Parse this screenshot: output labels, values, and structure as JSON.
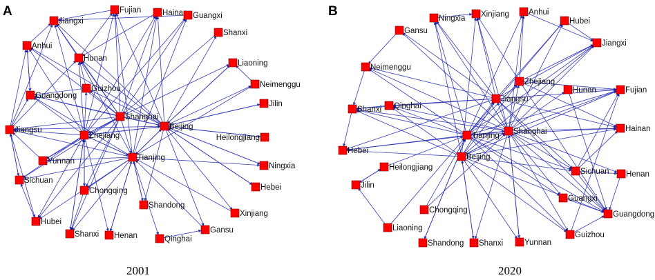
{
  "panels": [
    {
      "letter": "A",
      "year": "2001",
      "nodes": [
        {
          "name": "Jiangxi"
        },
        {
          "name": "Fujian"
        },
        {
          "name": "Hainan"
        },
        {
          "name": "Guangxi"
        },
        {
          "name": "Shanxi"
        },
        {
          "name": "Anhui"
        },
        {
          "name": "Hunan"
        },
        {
          "name": "Liaoning"
        },
        {
          "name": "Neimenggu"
        },
        {
          "name": "Guizhou"
        },
        {
          "name": "Guangdong"
        },
        {
          "name": "Shanghai"
        },
        {
          "name": "Jilin"
        },
        {
          "name": "Beijing"
        },
        {
          "name": "Jiangsu"
        },
        {
          "name": "Zhejiang"
        },
        {
          "name": "Heilongjiang"
        },
        {
          "name": "Yunnan"
        },
        {
          "name": "Tianjing"
        },
        {
          "name": "Ningxia"
        },
        {
          "name": "Sichuan"
        },
        {
          "name": "Hebei"
        },
        {
          "name": "Chongqing"
        },
        {
          "name": "Shandong"
        },
        {
          "name": "Xinjiang"
        },
        {
          "name": "Hubei"
        },
        {
          "name": "Shanxi"
        },
        {
          "name": "Henan"
        },
        {
          "name": "Qinghai"
        },
        {
          "name": "Gansu"
        }
      ]
    },
    {
      "letter": "B",
      "year": "2020",
      "nodes": [
        {
          "name": "Ningxia"
        },
        {
          "name": "Xinjiang"
        },
        {
          "name": "Anhui"
        },
        {
          "name": "Hubei"
        },
        {
          "name": "Gansu"
        },
        {
          "name": "Jiangxi"
        },
        {
          "name": "Neimenggu"
        },
        {
          "name": "Zhejiang"
        },
        {
          "name": "Hunan"
        },
        {
          "name": "Fujian"
        },
        {
          "name": "Shanxi"
        },
        {
          "name": "Qinghai"
        },
        {
          "name": "Jiangsu"
        },
        {
          "name": "Hainan"
        },
        {
          "name": "Shanghai"
        },
        {
          "name": "Tianjing"
        },
        {
          "name": "Hebei"
        },
        {
          "name": "Beijing"
        },
        {
          "name": "Heilongjiang"
        },
        {
          "name": "Sichuan"
        },
        {
          "name": "Henan"
        },
        {
          "name": "Jilin"
        },
        {
          "name": "Guangxi"
        },
        {
          "name": "Chongqing"
        },
        {
          "name": "Guangdong"
        },
        {
          "name": "Liaoning"
        },
        {
          "name": "Guizhou"
        },
        {
          "name": "Shandong"
        },
        {
          "name": "Shanxi"
        },
        {
          "name": "Yunnan"
        }
      ]
    }
  ],
  "colors": {
    "node": "#ff0000",
    "edge": "#2a2fb8",
    "text": "#111111"
  }
}
